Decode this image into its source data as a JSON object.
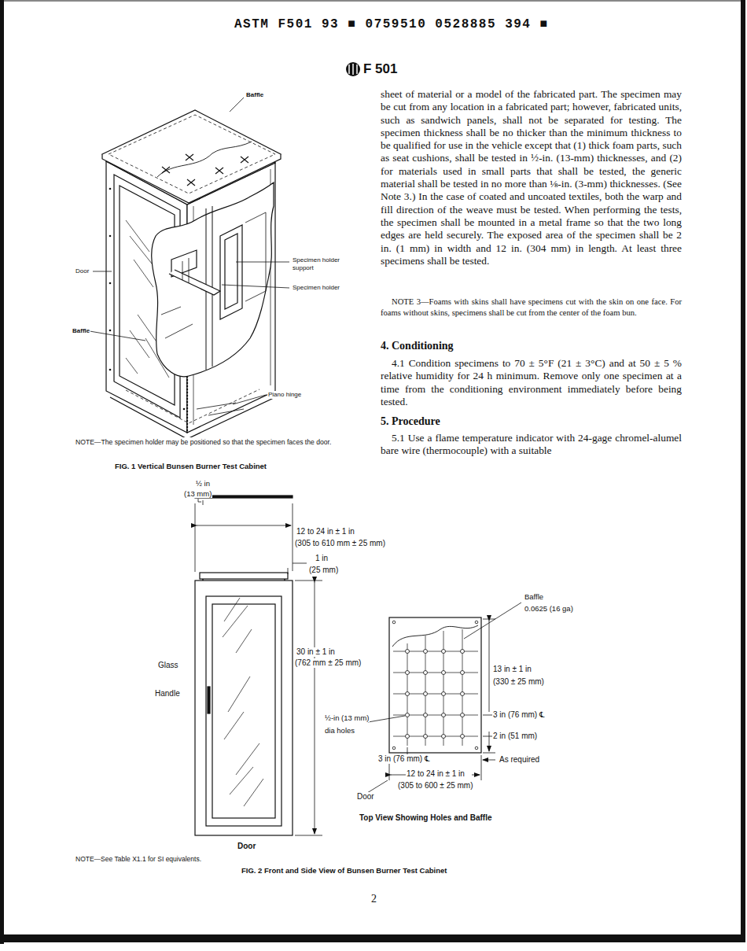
{
  "diagram": {
    "labels": [
      "ASTM F501 93 ■ 0759510 0528885 394 ■",
      "F 501",
      "sheet of material or a model of the fabricated part. The specimen may be cut from any location in a fabricated part; however, fabricated units, such as sandwich panels, shall not be separated for testing. The specimen thickness shall be no thicker than the minimum thickness to be qualified for use in the vehicle except that (1) thick foam parts, such as seat cushions, shall be tested in ½-in. (13-mm) thicknesses, and (2) for materials used in small parts that shall be tested, the generic material shall be tested in no more than ⅛-in. (3-mm) thicknesses. (See Note 3.) In the case of coated and uncoated textiles, both the warp and fill direction of the weave must be tested. When performing the tests, the specimen shall be mounted in a metal frame so that the two long edges are held securely. The exposed area of the specimen shall be 2 in. (1 mm) in width and 12 in. (304 mm) in length. At least three specimens shall be tested.",
      "NOTE 3—Foams with skins shall have specimens cut with the skin on one face. For foams without skins, specimens shall be cut from the center of the foam bun.",
      "4. Conditioning",
      "4.1 Condition specimens to 70 ± 5°F (21 ± 3°C) and at 50 ± 5 % relative humidity for 24 h minimum. Remove only one specimen at a time from the conditioning environment immediately before being tested.",
      "5. Procedure",
      "5.1 Use a flame temperature indicator with 24-gage chromel-alumel bare wire (thermocouple) with a suitable",
      "Baffle",
      "Specimen holder support",
      "Specimen holder",
      "Door",
      "Baffle",
      "Piano hinge",
      "NOTE—The specimen holder may be positioned so that the specimen faces the door.",
      "FIG. 1 Vertical Bunsen Burner Test Cabinet",
      "½ in",
      "(13 mm)",
      "12 to 24 in ± 1 in",
      "(305 to 610 mm ± 25 mm)",
      "1 in",
      "(25 mm)",
      "30 in ± 1 in",
      "(762 mm ± 25 mm)",
      "Glass",
      "Handle",
      "Baffle",
      "0.0625 (16 ga)",
      "13 in ± 1 in",
      "(330 ± 25 mm)",
      "½-in (13 mm)",
      "dia holes",
      "3 in (76 mm) ℄",
      "2 in (51 mm)",
      "3 in (76 mm) ℄",
      "As required",
      "12 to 24 in ± 1 in",
      "(305 to 600 ± 25 mm)",
      "Door",
      "Top View Showing Holes and Baffle",
      "Door",
      "NOTE—See Table X1.1 for SI equivalents.",
      "FIG. 2 Front and Side View of Bunsen Burner Test Cabinet",
      "2"
    ]
  }
}
